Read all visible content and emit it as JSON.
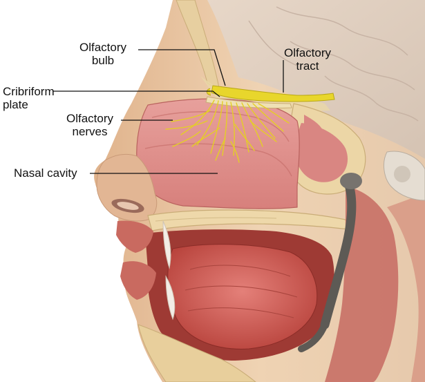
{
  "labels": {
    "olfactory_bulb": [
      "Olfactory",
      "bulb"
    ],
    "olfactory_tract": [
      "Olfactory",
      "tract"
    ],
    "cribriform_plate": [
      "Cribriform",
      "plate"
    ],
    "olfactory_nerves": [
      "Olfactory",
      "nerves"
    ],
    "nasal_cavity": "Nasal cavity"
  },
  "colors": {
    "skin": "#e9c7a4",
    "muscle": "#c0504a",
    "mucosa": "#d97f7c",
    "nasal_cavity": "#e49591",
    "bone": "#ecd6a6",
    "nerve": "#e8d62c",
    "leader_line": "#111111"
  }
}
